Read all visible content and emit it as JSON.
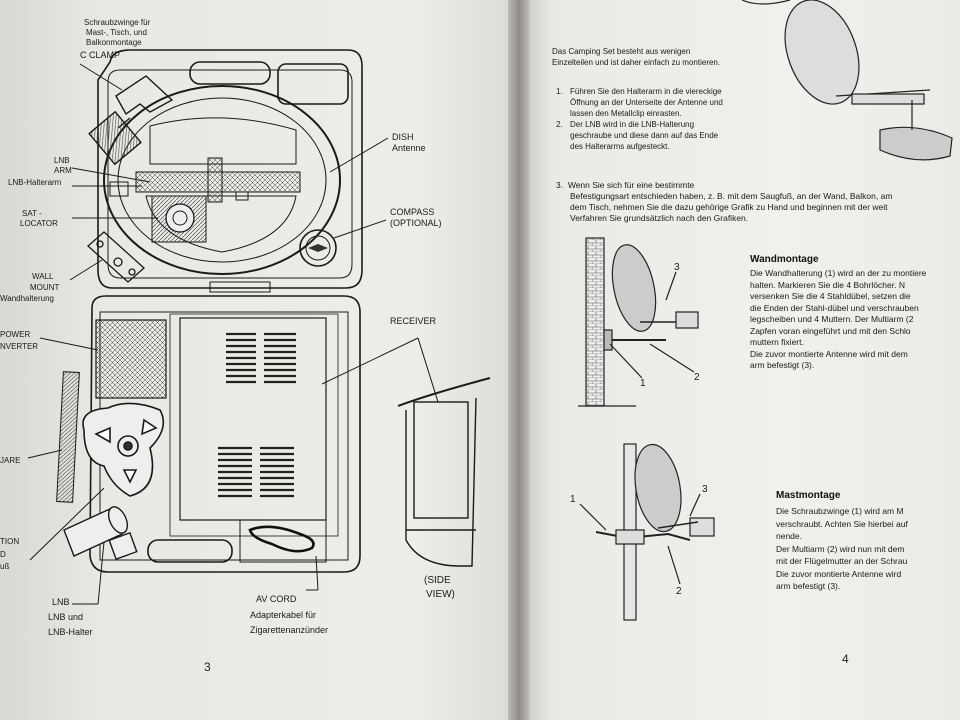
{
  "left": {
    "labels": {
      "c_clamp_de1": "Schraubzwinge für",
      "c_clamp_de2": "Mast-, Tisch, und",
      "c_clamp_de3": "Balkonmontage",
      "c_clamp_en": "C CLAMP",
      "dish_en": "DISH",
      "dish_de": "Antenne",
      "lnb_arm1": "LNB",
      "lnb_arm2": "ARM",
      "lnb_arm_de": "LNB-Halterarm",
      "sat1": "SAT -",
      "sat2": "LOCATOR",
      "compass1": "COMPASS",
      "compass2": "(OPTIONAL)",
      "wall1": "WALL",
      "wall2": "MOUNT",
      "wall_de": "Wandhalterung",
      "power1": "POWER",
      "power2": "NVERTER",
      "receiver": "RECEIVER",
      "square": "JARE",
      "station1": "TION",
      "station2": "D",
      "station3": "uß",
      "lnb": "LNB",
      "lnb_de1": "LNB und",
      "lnb_de2": "LNB-Halter",
      "av_cord": "AV CORD",
      "av_de1": "Adapterkabel für",
      "av_de2": "Zigarettenanzünder",
      "side1": "(SIDE",
      "side2": "VIEW)"
    },
    "page_number": "3"
  },
  "right": {
    "intro": "Das Camping Set besteht aus wenigen Einzelteilen und ist daher einfach zu montieren.",
    "steps": [
      {
        "n": "1.",
        "text": "Führen Sie den Halterarm in die viereckige Öffnung an der Unterseite der Antenne und lassen den Metallclip einrasten."
      },
      {
        "n": "2.",
        "text": "Der LNB wird in die LNB-Halterung geschraube und diese dann auf das Ende des Halterarms aufgesteckt."
      }
    ],
    "step3_n": "3.",
    "step3_line1": "Wenn Sie sich für eine bestimmte",
    "step3_line2": "Befestigungsart entschieden haben, z. B. mit dem Saugfuß, an der Wand, Balkon, am",
    "step3_line3": "dem Tisch, nehmen Sie die dazu gehörige Grafik zu Hand und beginnen mit der weit",
    "step3_line4": "Verfahren Sie grundsätzlich nach den Grafiken.",
    "wand": {
      "title": "Wandmontage",
      "lines": [
        "Die Wandhalterung (1) wird an der zu montiere",
        "halten. Markieren Sie die 4 Bohrlöcher. N",
        "versenken Sie die 4 Stahldübel, setzen die",
        "die Enden der Stahl-dübel und verschrauben",
        "legscheiben und 4 Muttern. Der Multiarm (2",
        "Zapfen voran eingeführt und mit den Schlo",
        "muttern fixiert.",
        "Die zuvor montierte Antenne wird mit dem",
        "arm befestigt (3)."
      ],
      "callouts": [
        "1",
        "2",
        "3"
      ]
    },
    "mast": {
      "title": "Mastmontage",
      "lines": [
        "Die Schraubzwinge (1) wird am M",
        "verschraubt. Achten Sie hierbei auf",
        "nende.",
        "Der Multiarm (2) wird nun mit dem",
        "mit der Flügelmutter an der Schrau",
        "Die zuvor montierte Antenne wird",
        "arm befestigt (3)."
      ],
      "callouts": [
        "1",
        "2",
        "3"
      ]
    },
    "page_number": "4"
  }
}
